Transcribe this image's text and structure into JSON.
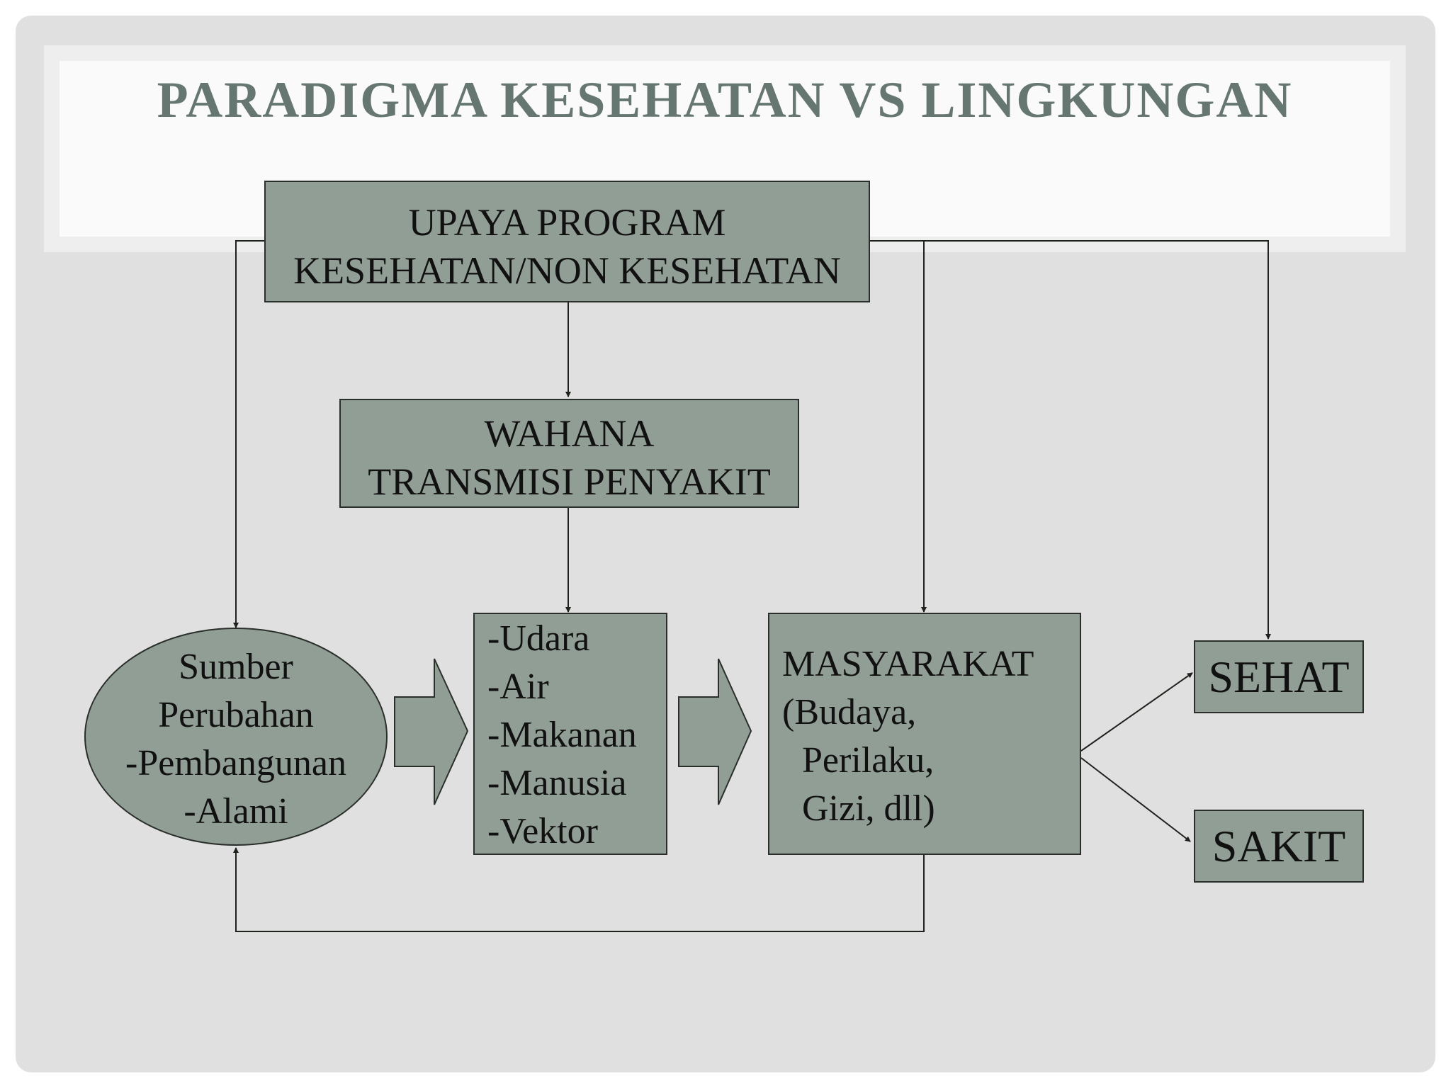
{
  "slide": {
    "title": "PARADIGMA KESEHATAN VS LINGKUNGAN",
    "colors": {
      "box_fill": "#919e96",
      "box_border": "#2a2f2b",
      "title_color": "#667671",
      "background": "#e1e0e0",
      "arrow_color": "#1e221c"
    }
  },
  "diagram": {
    "upaya": {
      "line1": "UPAYA PROGRAM",
      "line2": "KESEHATAN/NON KESEHATAN"
    },
    "wahana": {
      "line1": "WAHANA",
      "line2": "TRANSMISI PENYAKIT"
    },
    "sumber": {
      "line1": "Sumber",
      "line2": "Perubahan",
      "line3": "-Pembangunan",
      "line4": "-Alami"
    },
    "media": {
      "line1": "-Udara",
      "line2": "-Air",
      "line3": "-Makanan",
      "line4": "-Manusia",
      "line5": "-Vektor"
    },
    "masyarakat": {
      "line1": "MASYARAKAT",
      "line2": "(Budaya,",
      "line3": "Perilaku,",
      "line4": "Gizi, dll)"
    },
    "sehat": "SEHAT",
    "sakit": "SAKIT"
  }
}
